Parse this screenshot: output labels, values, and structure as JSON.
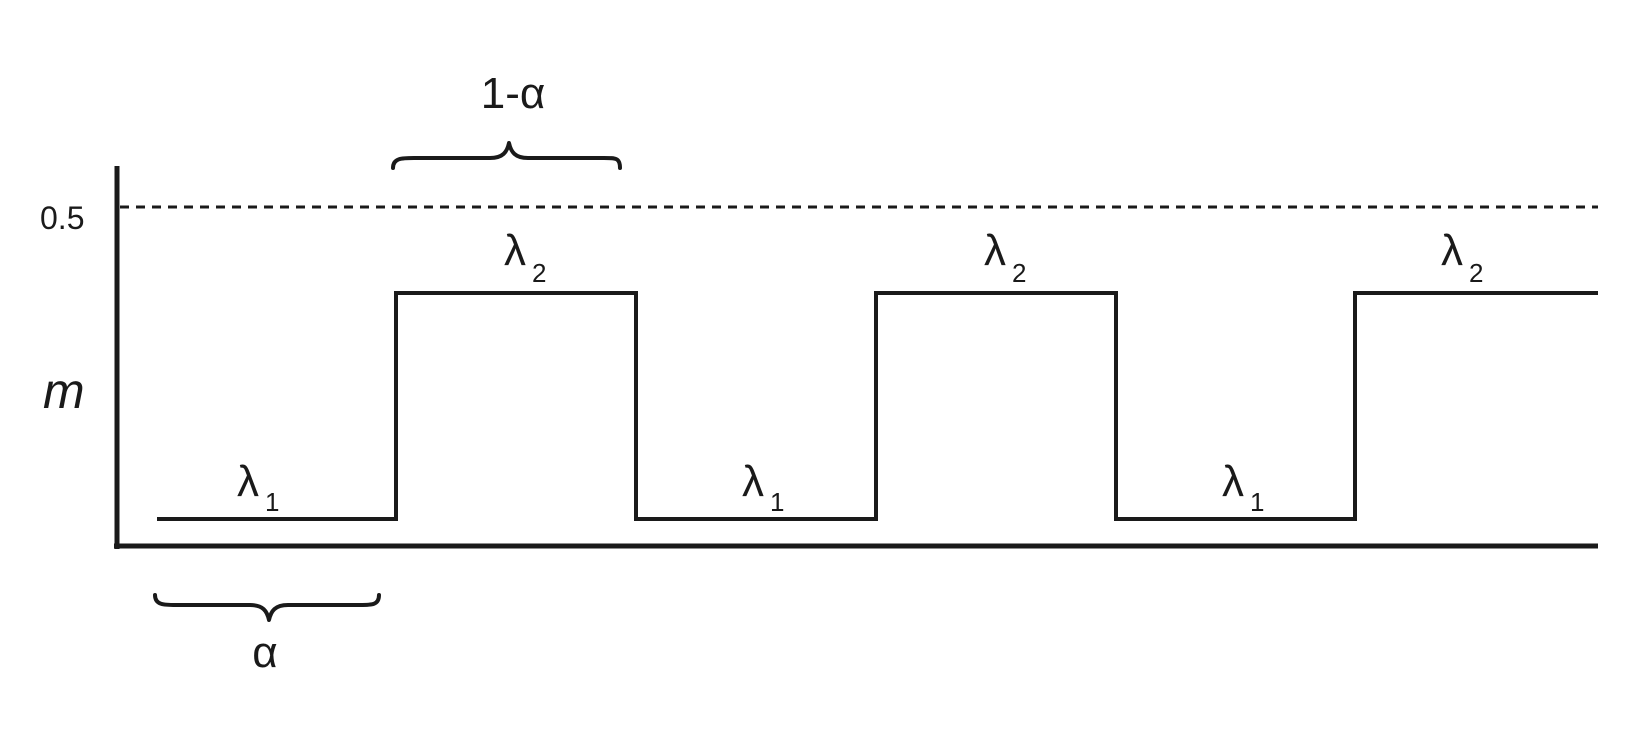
{
  "diagram": {
    "y_axis_label": "m",
    "tick_label": "0.5",
    "colors": {
      "line": "#1a1a1a",
      "background": "#ffffff"
    },
    "segments": [
      {
        "symbol": "λ",
        "subscript": "1",
        "level": "low"
      },
      {
        "symbol": "λ",
        "subscript": "2",
        "level": "high"
      },
      {
        "symbol": "λ",
        "subscript": "1",
        "level": "low"
      },
      {
        "symbol": "λ",
        "subscript": "2",
        "level": "high"
      },
      {
        "symbol": "λ",
        "subscript": "1",
        "level": "low"
      },
      {
        "symbol": "λ",
        "subscript": "2",
        "level": "high"
      }
    ],
    "brace_top_label": "1-α",
    "brace_bottom_label": "α"
  }
}
